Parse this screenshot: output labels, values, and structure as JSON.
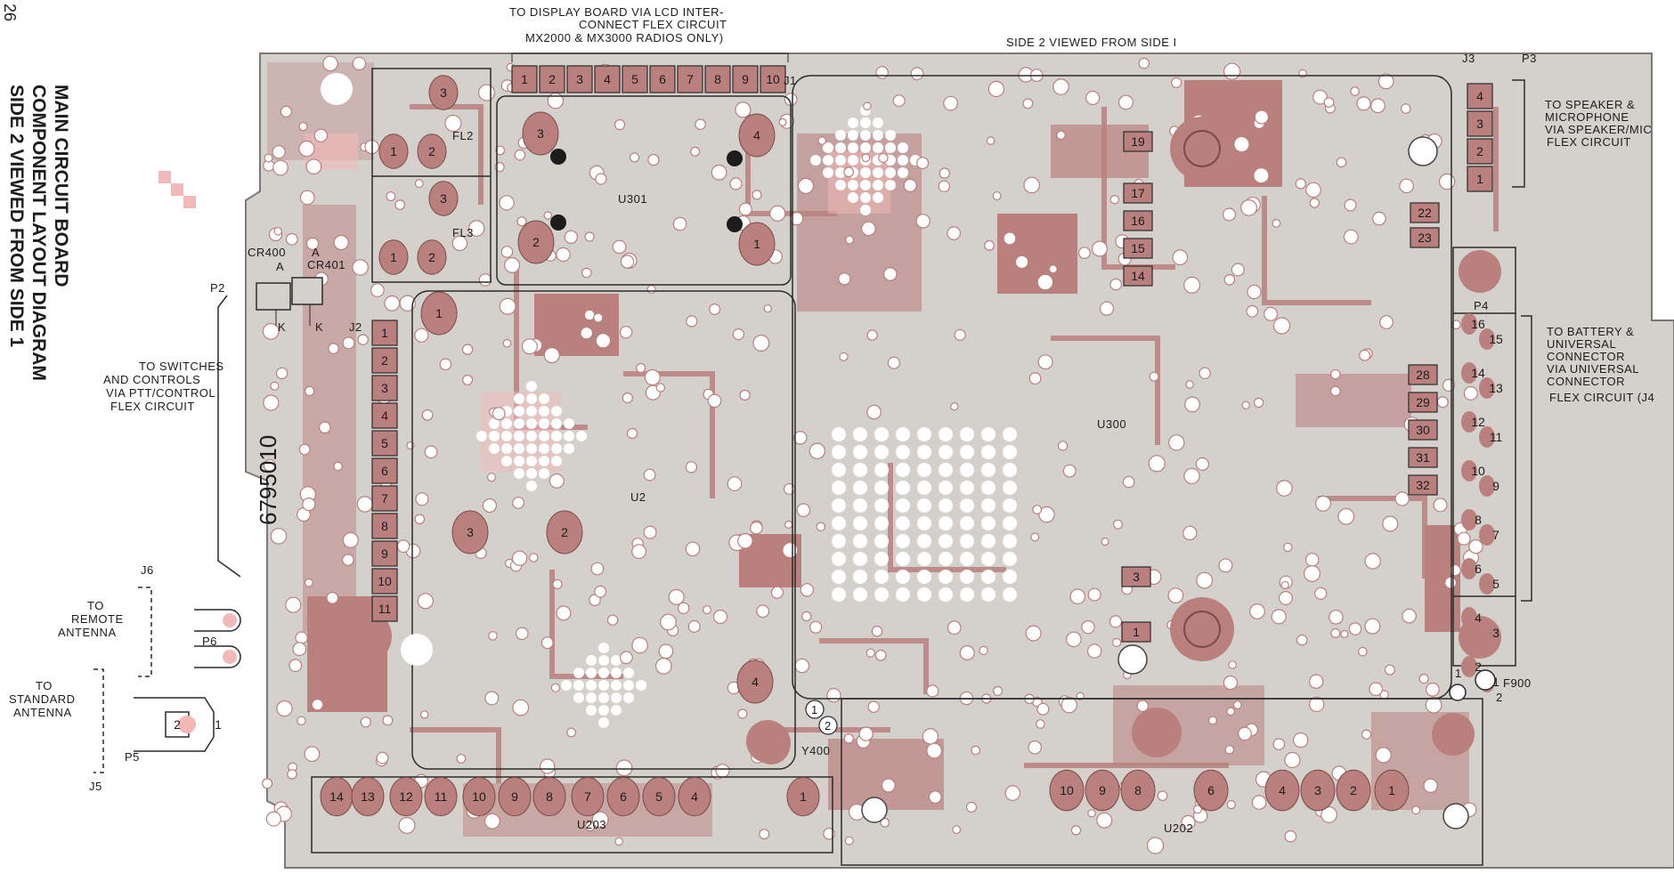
{
  "page_number": "26",
  "title_lines": [
    "MAIN CIRCUIT BOARD",
    "COMPONENT LAYOUT DIAGRAM",
    "SIDE 2 VIEWED FROM SIDE 1"
  ],
  "top": {
    "display_note": [
      "TO DISPLAY BOARD VIA LCD INTER-",
      "CONNECT FLEX CIRCUIT",
      "MX2000 & MX3000 RADIOS ONLY)"
    ],
    "side_label": "SIDE 2 VIEWED FROM SIDE I"
  },
  "connectors": {
    "J1": {
      "label": "J1",
      "pins": [
        "1",
        "2",
        "3",
        "4",
        "5",
        "6",
        "7",
        "8",
        "9",
        "10"
      ]
    },
    "J2": {
      "label": "J2",
      "pins": [
        "1",
        "2",
        "3",
        "4",
        "5",
        "6",
        "7",
        "8",
        "9",
        "10",
        "11"
      ]
    },
    "J3": {
      "label": "J3",
      "pins": [
        "4",
        "3",
        "2",
        "1"
      ]
    },
    "P2": "P2",
    "P3": "P3",
    "P4": {
      "label": "P4",
      "left_pins": [
        "16",
        "14",
        "12",
        "10",
        "8",
        "6",
        "4",
        "2"
      ],
      "right_pins": [
        "15",
        "13",
        "11",
        "9",
        "7",
        "5",
        "3",
        "1"
      ]
    },
    "P5": "P5",
    "P6": "P6",
    "J5": "J5",
    "J6": "J6"
  },
  "notes": {
    "speaker": [
      "TO SPEAKER &",
      "MICROPHONE",
      "VIA SPEAKER/MIC",
      "FLEX CIRCUIT"
    ],
    "battery": [
      "TO BATTERY &",
      "UNIVERSAL",
      "CONNECTOR",
      "VIA UNIVERSAL",
      "CONNECTOR",
      "FLEX CIRCUIT (J4"
    ],
    "switches": [
      "TO SWITCHES",
      "AND CONTROLS",
      "VIA PTT/CONTROL",
      "FLEX CIRCUIT"
    ],
    "remote_antenna": [
      "TO",
      "REMOTE",
      "ANTENNA"
    ],
    "standard_antenna": [
      "TO",
      "STANDARD",
      "ANTENNA"
    ]
  },
  "components": {
    "FL2": "FL2",
    "FL3": "FL3",
    "FL2_pins": [
      "3",
      "1",
      "2"
    ],
    "FL3_pins": [
      "3",
      "1",
      "2"
    ],
    "CR400": "CR400",
    "CR401": "CR401",
    "anode": "A",
    "cathode": "K",
    "U301": "U301",
    "U301_pins": [
      "3",
      "4",
      "2",
      "1"
    ],
    "U2": "U2",
    "U2_pins": [
      "1",
      "3",
      "2",
      "4"
    ],
    "U300": "U300",
    "U203": "U203",
    "U203_pins": [
      "14",
      "13",
      "12",
      "11",
      "10",
      "9",
      "8",
      "7",
      "6",
      "5",
      "4",
      "1"
    ],
    "U202": "U202",
    "U202_pins": [
      "10",
      "9",
      "8",
      "6",
      "4",
      "3",
      "2",
      "1"
    ],
    "Y400": "Y400",
    "Y400_pins": [
      "1",
      "2"
    ],
    "F900": "F900",
    "F900_pins": [
      "1",
      "2"
    ],
    "P5_pins": [
      "2",
      "1"
    ]
  },
  "test_points": {
    "center": [
      "19",
      "17",
      "16",
      "15",
      "14"
    ],
    "right_a": [
      "22",
      "23"
    ],
    "right_b": [
      "28",
      "29",
      "30",
      "31",
      "32"
    ],
    "lower": [
      "3",
      "1"
    ]
  },
  "board_marking": "6795010",
  "colors": {
    "board": "#d4d0cc",
    "trace": "#b9807e",
    "pad_white": "#ffffff",
    "ink": "#1c1c1c",
    "pink": "#f1b9b7"
  }
}
